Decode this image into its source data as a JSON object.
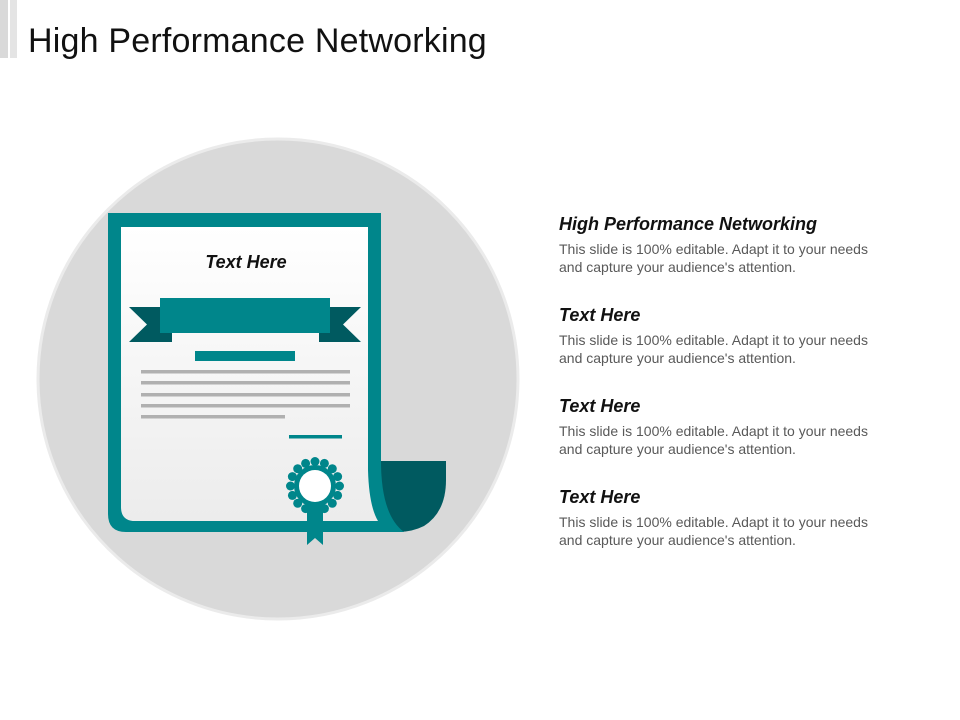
{
  "slide": {
    "title": "High Performance Networking"
  },
  "certificate": {
    "heading": "Text Here"
  },
  "items": [
    {
      "heading": "High Performance Networking",
      "body": "This slide is 100% editable. Adapt it to your needs and capture your audience's attention."
    },
    {
      "heading": "Text Here",
      "body": "This slide is 100% editable. Adapt it to your needs and capture your audience's attention."
    },
    {
      "heading": "Text Here",
      "body": "This slide is 100% editable. Adapt it to your needs and capture your audience's attention."
    },
    {
      "heading": "Text Here",
      "body": "This slide is 100% editable. Adapt it to your needs and capture your audience's attention."
    }
  ],
  "colors": {
    "teal": "#00868b",
    "dark_teal": "#005a60",
    "circle": "#d9d9d9",
    "line_gray": "#b0b0b0"
  },
  "icons": {
    "main": "certificate-icon",
    "seal": "award-ribbon-icon"
  }
}
